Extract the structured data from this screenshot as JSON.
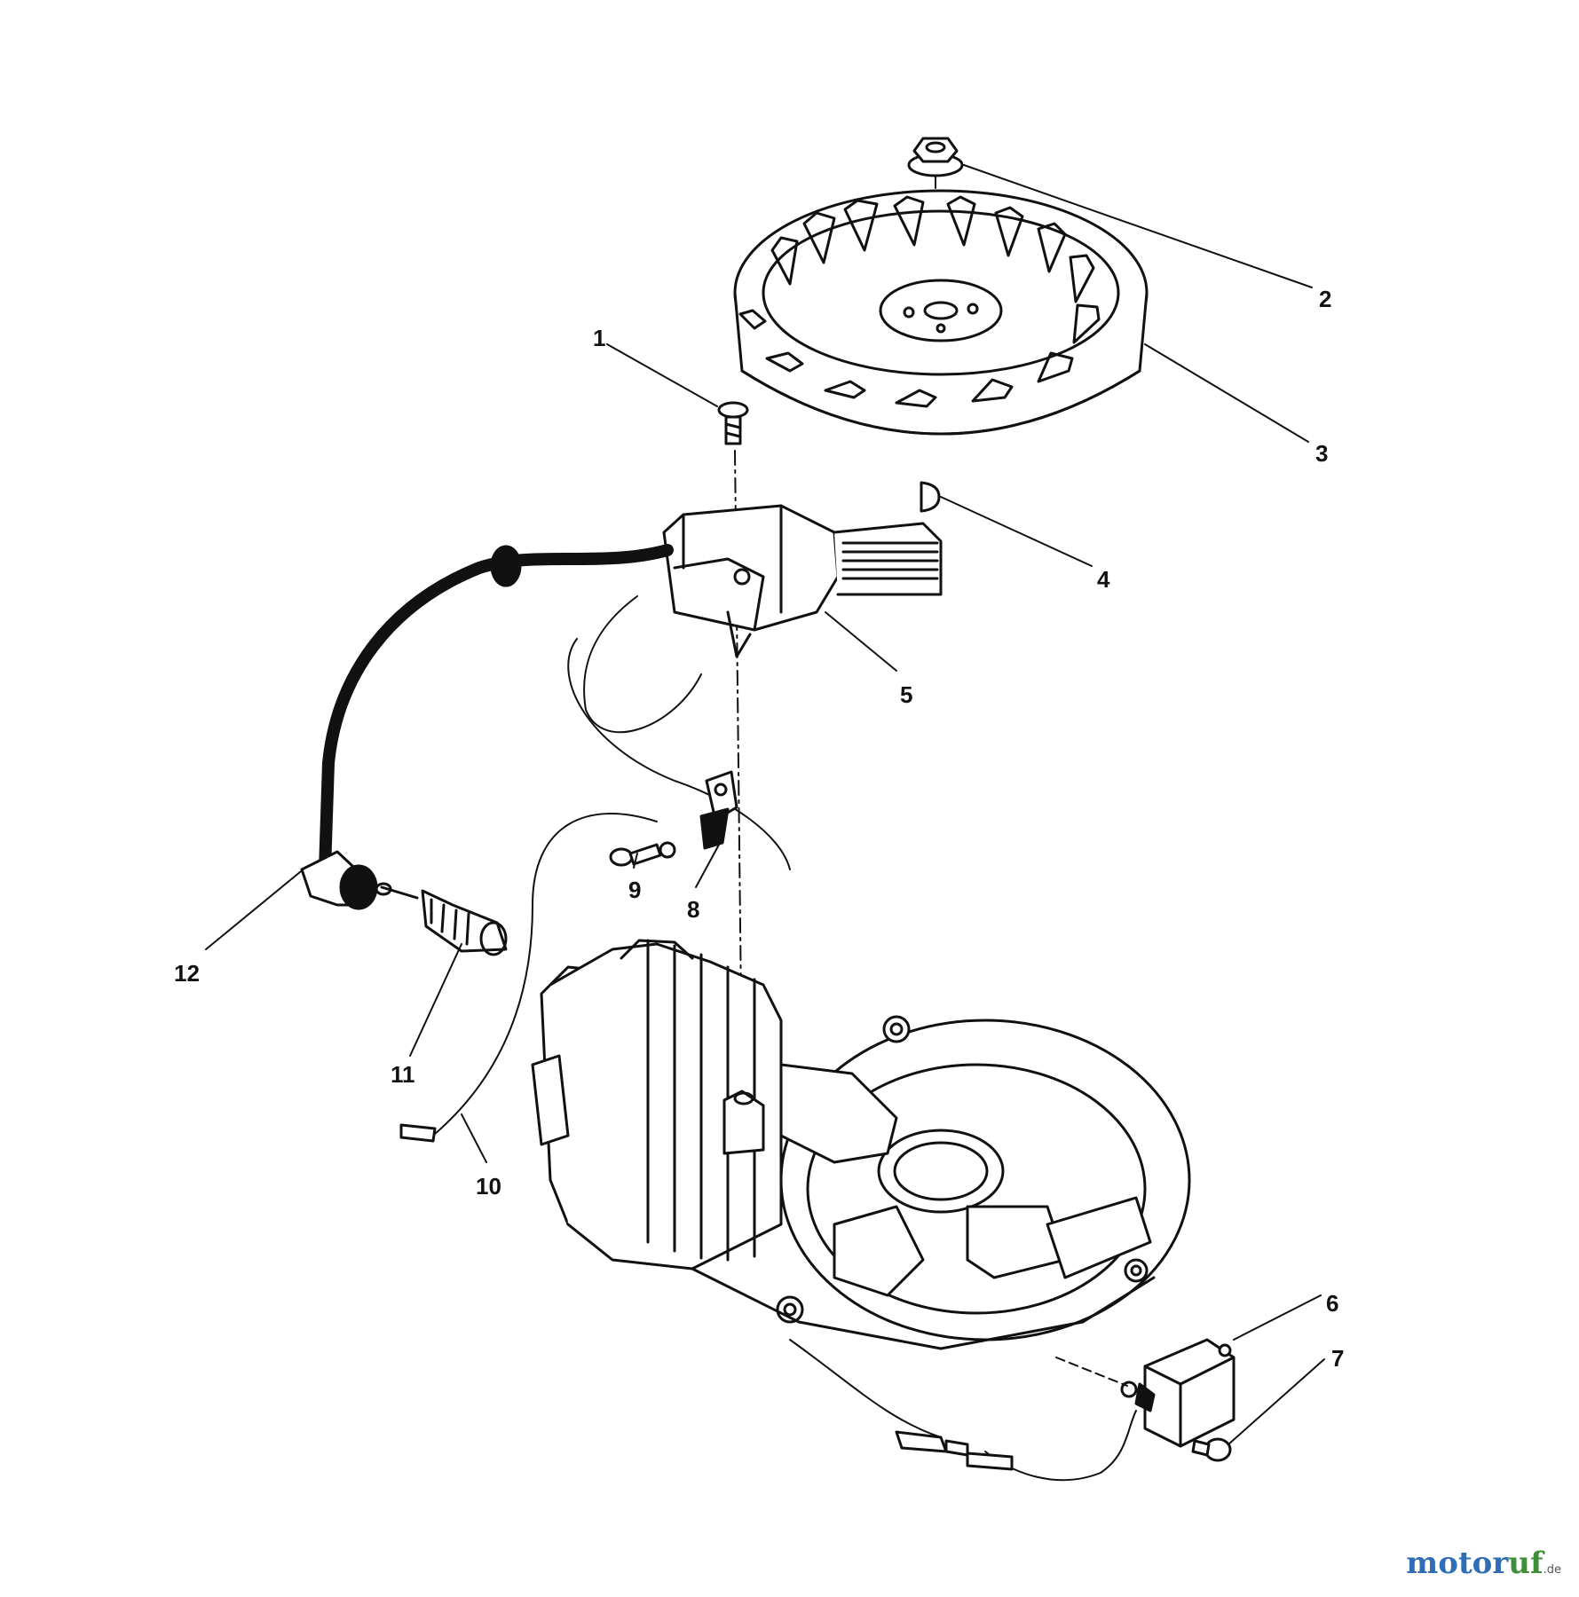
{
  "callouts": [
    {
      "id": "1",
      "label": "1"
    },
    {
      "id": "2",
      "label": "2"
    },
    {
      "id": "3",
      "label": "3"
    },
    {
      "id": "4",
      "label": "4"
    },
    {
      "id": "5",
      "label": "5"
    },
    {
      "id": "6",
      "label": "6"
    },
    {
      "id": "7",
      "label": "7"
    },
    {
      "id": "8",
      "label": "8"
    },
    {
      "id": "9",
      "label": "9"
    },
    {
      "id": "10",
      "label": "10"
    },
    {
      "id": "11",
      "label": "11"
    },
    {
      "id": "12",
      "label": "12"
    }
  ],
  "watermark": {
    "part1": "motor",
    "part2": "uf",
    "suffix": ".de"
  },
  "colors": {
    "ink": "#111111",
    "brand_blue": "#2f6db5",
    "brand_green": "#3f8f3a"
  }
}
